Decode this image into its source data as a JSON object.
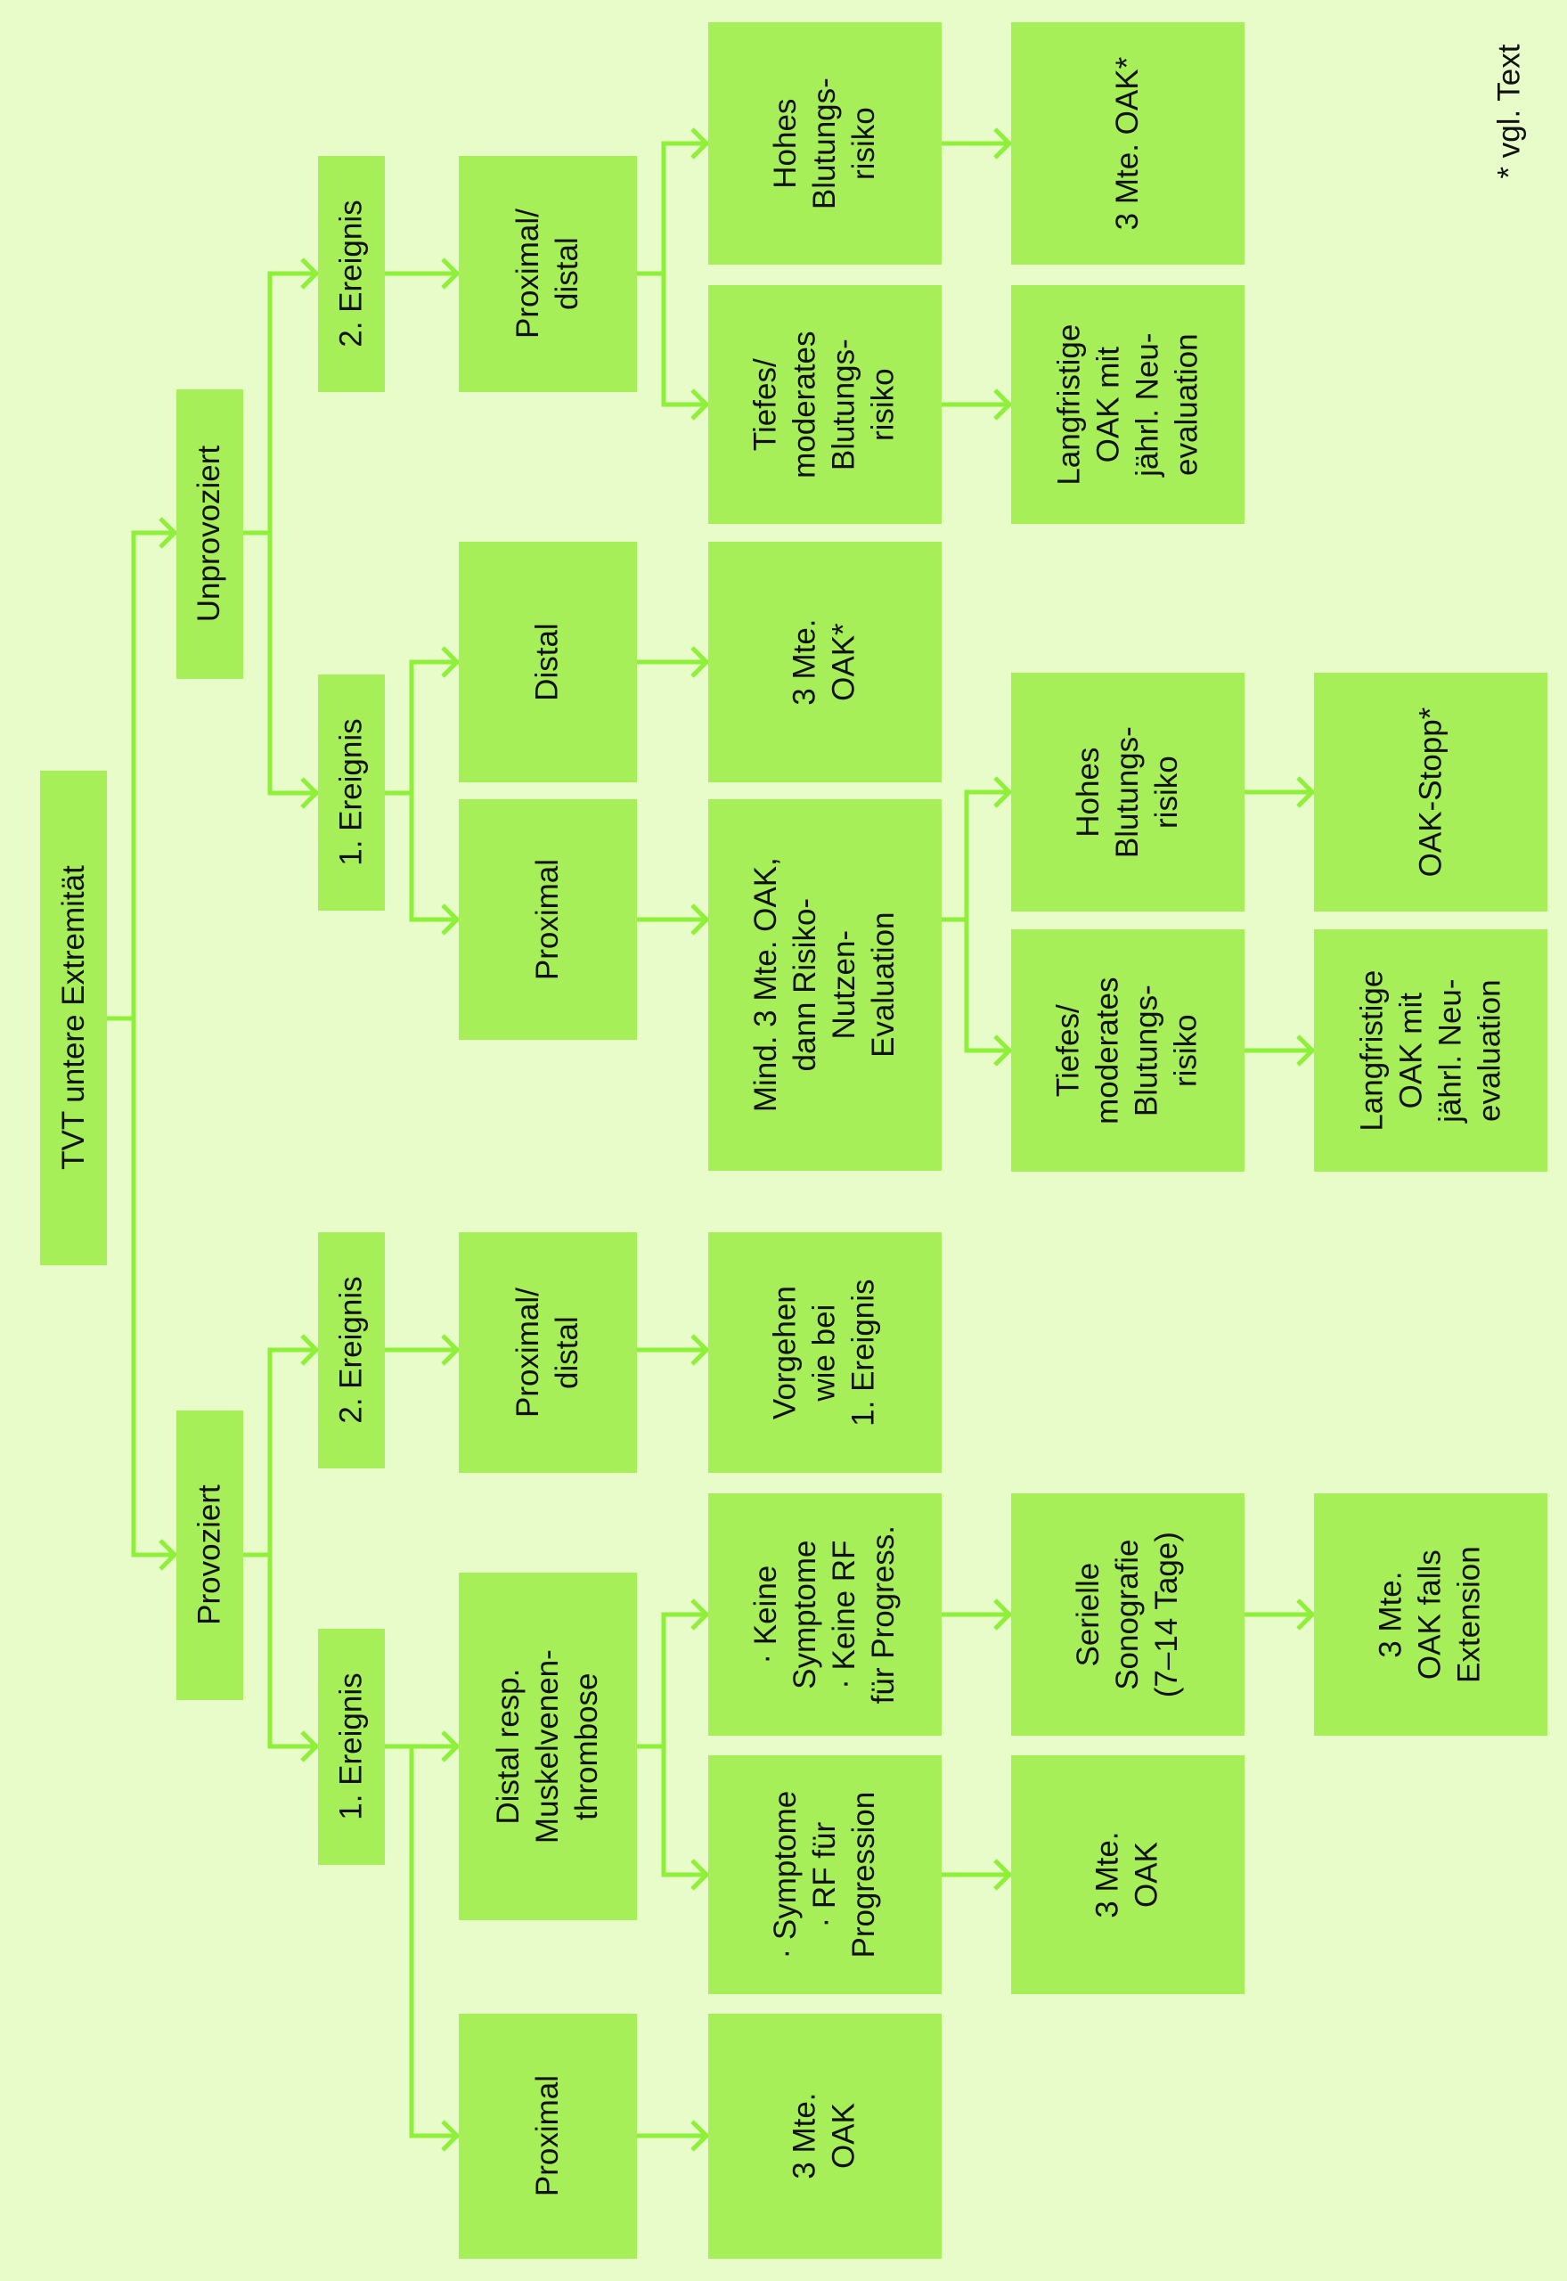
{
  "colors": {
    "background": "#e7fcc9",
    "box": "#a6ef58",
    "connector": "#8ff03a",
    "text": "#111111"
  },
  "footnote": "* vgl. Text",
  "nodes": {
    "root": "TVT untere Extremität",
    "provoziert": "Provoziert",
    "unprovoziert": "Unprovoziert",
    "prov_1_ereignis": "1. Ereignis",
    "prov_2_ereignis": "2. Ereignis",
    "unprov_1_ereignis": "1. Ereignis",
    "unprov_2_ereignis": "2. Ereignis",
    "prov1_proximal": "Proximal",
    "prov1_distal_muskel": "Distal resp.\nMuskelvenen-\nthrombose",
    "prov2_proximal_distal": "Proximal/\ndistal",
    "unprov1_proximal": "Proximal",
    "unprov1_distal": "Distal",
    "unprov2_proximal_distal": "Proximal/\ndistal",
    "prov1_prox_3mte_oak": "3 Mte.\nOAK",
    "symptome_rf": "· Symptome\n· RF für\nProgression",
    "keine_symptome_rf": "· Keine\nSymptome\n· Keine RF\nfür Progress.",
    "vorgehen_wie_bei": "Vorgehen\nwie bei\n1. Ereignis",
    "mind_3mte_oak": "Mind. 3 Mte. OAK,\ndann Risiko-\nNutzen-\nEvaluation",
    "unprov1_distal_3mte_oak": "3 Mte.\nOAK*",
    "unprov2_tiefes_risiko": "Tiefes/\nmoderates\nBlutungs-\nrisiko",
    "unprov2_hohes_risiko": "Hohes\nBlutungs-\nrisiko",
    "symptome_3mte_oak": "3 Mte.\nOAK",
    "serielle_sonografie": "Serielle\nSonografie\n(7–14 Tage)",
    "mind_tiefes_risiko": "Tiefes/\nmoderates\nBlutungs-\nrisiko",
    "mind_hohes_risiko": "Hohes\nBlutungs-\nrisiko",
    "unprov2_langfristige_oak": "Langfristige\nOAK mit\njährl. Neu-\nevaluation",
    "unprov2_hohes_3mte_oak": "3 Mte. OAK*",
    "extension_3mte_oak": "3 Mte.\nOAK falls\nExtension",
    "mind_langfristige_oak": "Langfristige\nOAK mit\njährl. Neu-\nevaluation",
    "oak_stopp": "OAK-Stopp*"
  }
}
